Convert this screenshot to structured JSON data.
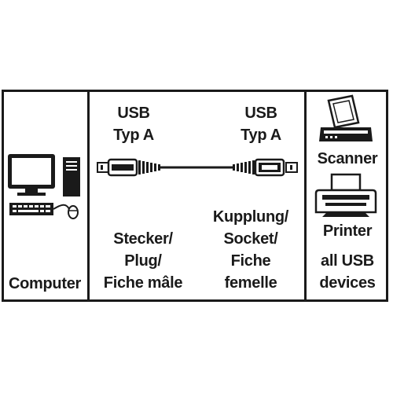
{
  "left_panel": {
    "label": "Computer"
  },
  "center_panel": {
    "left_connector": {
      "line1": "USB",
      "line2": "Typ A",
      "type_lines": [
        "Stecker/",
        "Plug/",
        "Fiche mâle"
      ]
    },
    "right_connector": {
      "line1": "USB",
      "line2": "Typ A",
      "type_lines": [
        "Kupplung/",
        "Socket/",
        "Fiche",
        "femelle"
      ]
    }
  },
  "right_panel": {
    "scanner_label": "Scanner",
    "printer_label": "Printer",
    "devices_lines": [
      "all USB",
      "devices"
    ]
  },
  "colors": {
    "ink": "#1a1a1a",
    "background": "#ffffff"
  }
}
